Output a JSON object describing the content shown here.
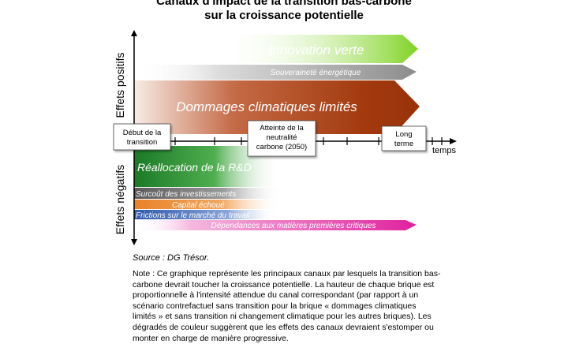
{
  "title_line1": "Canaux d'impact de la transition bas-carbone",
  "title_line2": "sur la croissance potentielle",
  "axis": {
    "positive_label": "Effets positifs",
    "negative_label": "Effets négatifs",
    "time_label": "temps"
  },
  "milestones": {
    "start_line1": "Début de la",
    "start_line2": "transition",
    "neutrality_line1": "Atteinte de la",
    "neutrality_line2": "neutralité",
    "neutrality_line3": "carbone (2050)",
    "long_line1": "Long",
    "long_line2": "terme"
  },
  "positive_channels": [
    {
      "label": "Innovation verte",
      "color": "#7ed321"
    },
    {
      "label": "Souveraineté énergétique",
      "color": "#8c8c8c"
    },
    {
      "label": "Dommages climatiques limités",
      "color": "#a33a0e"
    }
  ],
  "negative_channels": [
    {
      "label": "Réallocation de la R&D",
      "color": "#1e8a2c"
    },
    {
      "label": "Surcoût des investissements",
      "color": "#6e6e6e"
    },
    {
      "label": "Capital échoué",
      "color": "#e8822a"
    },
    {
      "label": "Frictions sur le marché du travail",
      "color": "#3d64b4"
    },
    {
      "label": "Dépendances aux matières premières critiques",
      "color": "#e0209e"
    }
  ],
  "source": "Source : DG Trésor.",
  "note": "Note : Ce graphique représente les principaux canaux par lesquels la transition bas-carbone devrait toucher la croissance potentielle. La hauteur de chaque brique est proportionnelle à l'intensité attendue du canal correspondant (par rapport à un scénario contrefactuel sans transition pour la brique « dommages climatiques limités » et sans transition ni changement climatique pour les autres briques). Les dégradés de couleur suggèrent que les effets des canaux devraient s'estomper ou monter en charge de manière progressive."
}
